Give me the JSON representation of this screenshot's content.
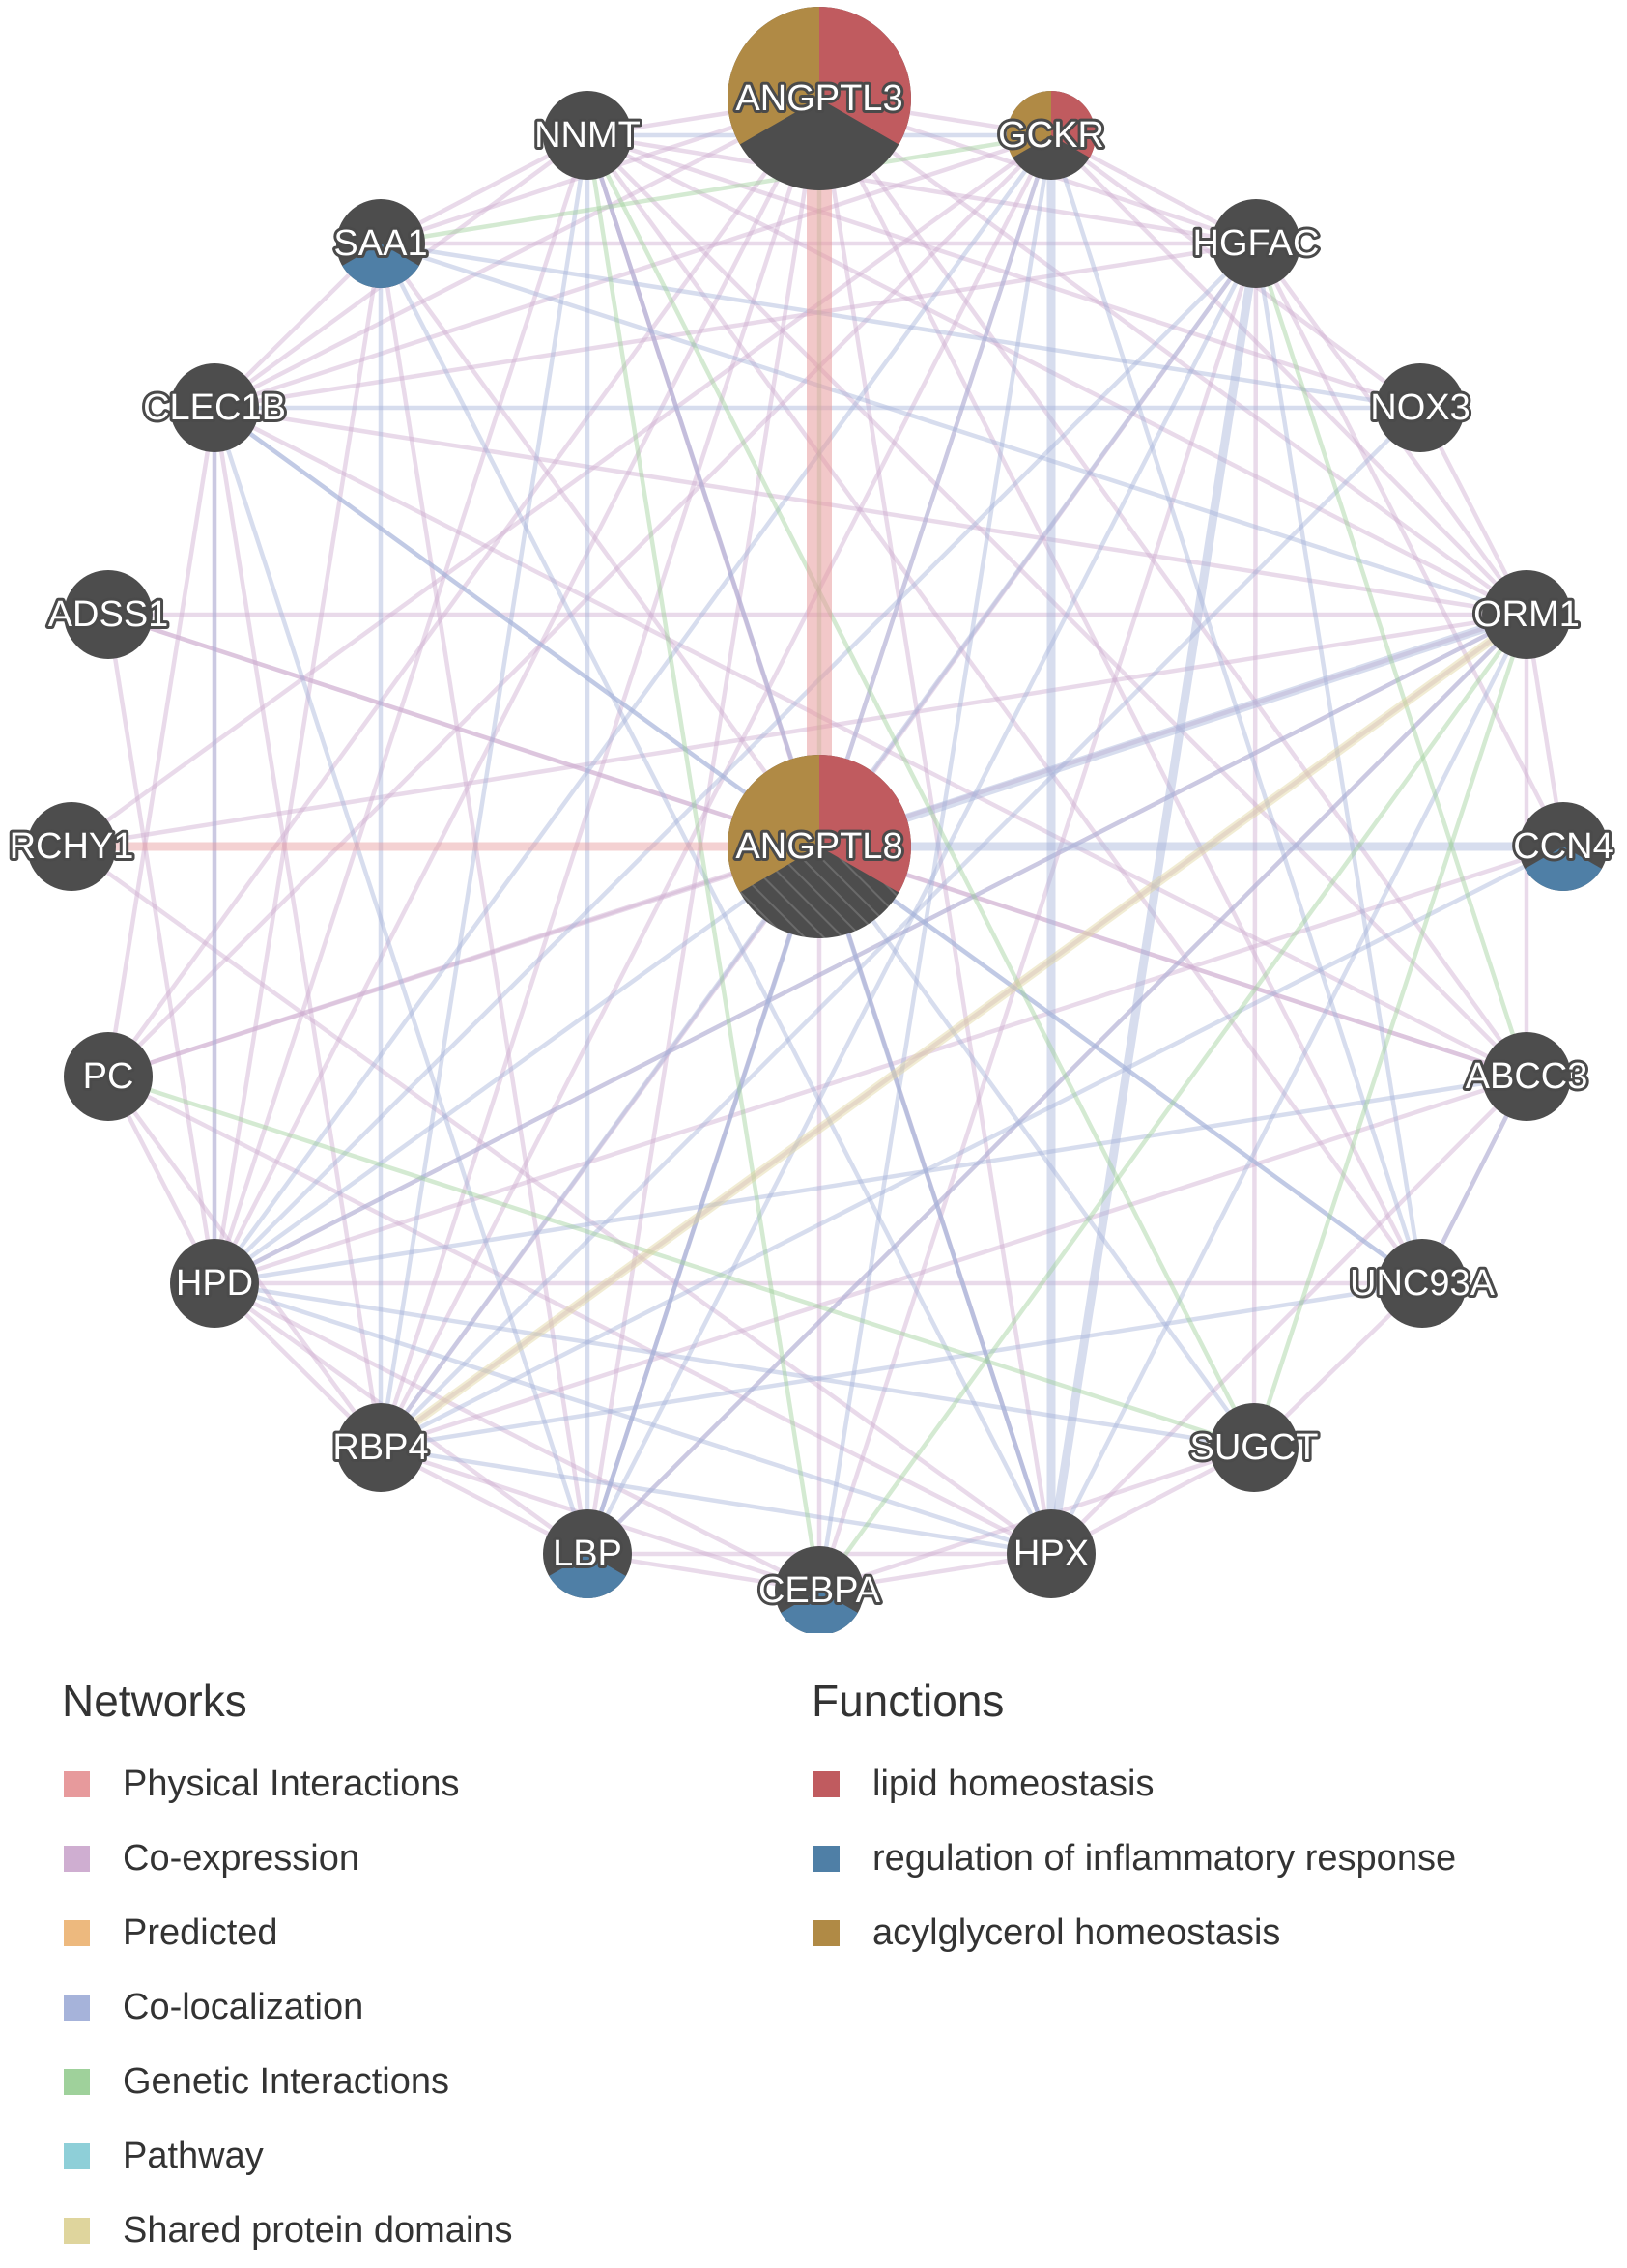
{
  "colors": {
    "node": "#4d4d4d",
    "physical": "#e79a9c",
    "coexpression": "#cfaed1",
    "predicted": "#edb97e",
    "colocalization": "#a6b3da",
    "genetic": "#9fd19b",
    "pathway": "#8ecfd8",
    "shared_domains": "#dfd59d",
    "lipid": "#c05b5f",
    "inflammatory": "#4f7fa6",
    "acylglycerol": "#b08a45"
  },
  "nodes": [
    {
      "id": "ANGPTL3",
      "label": "ANGPTL3",
      "size": "large",
      "functions": [
        "lipid homeostasis",
        "acylglycerol homeostasis"
      ]
    },
    {
      "id": "GCKR",
      "label": "GCKR",
      "size": "medium",
      "functions": [
        "lipid homeostasis",
        "acylglycerol homeostasis"
      ]
    },
    {
      "id": "HGFAC",
      "label": "HGFAC",
      "size": "medium",
      "functions": []
    },
    {
      "id": "NOX3",
      "label": "NOX3",
      "size": "medium",
      "functions": []
    },
    {
      "id": "ORM1",
      "label": "ORM1",
      "size": "medium",
      "functions": []
    },
    {
      "id": "CCN4",
      "label": "CCN4",
      "size": "medium",
      "functions": [
        "regulation of inflammatory response"
      ]
    },
    {
      "id": "ABCC3",
      "label": "ABCC3",
      "size": "medium",
      "functions": []
    },
    {
      "id": "UNC93A",
      "label": "UNC93A",
      "size": "medium",
      "functions": []
    },
    {
      "id": "SUGCT",
      "label": "SUGCT",
      "size": "medium",
      "functions": []
    },
    {
      "id": "HPX",
      "label": "HPX",
      "size": "medium",
      "functions": []
    },
    {
      "id": "CEBPA",
      "label": "CEBPA",
      "size": "medium",
      "functions": [
        "regulation of inflammatory response"
      ]
    },
    {
      "id": "LBP",
      "label": "LBP",
      "size": "medium",
      "functions": [
        "regulation of inflammatory response"
      ]
    },
    {
      "id": "RBP4",
      "label": "RBP4",
      "size": "medium",
      "functions": []
    },
    {
      "id": "HPD",
      "label": "HPD",
      "size": "medium",
      "functions": []
    },
    {
      "id": "PC",
      "label": "PC",
      "size": "medium",
      "functions": []
    },
    {
      "id": "RCHY1",
      "label": "RCHY1",
      "size": "medium",
      "functions": []
    },
    {
      "id": "ADSS1",
      "label": "ADSS1",
      "size": "medium",
      "functions": []
    },
    {
      "id": "CLEC1B",
      "label": "CLEC1B",
      "size": "medium",
      "functions": []
    },
    {
      "id": "SAA1",
      "label": "SAA1",
      "size": "medium",
      "functions": [
        "regulation of inflammatory response"
      ]
    },
    {
      "id": "NNMT",
      "label": "NNMT",
      "size": "medium",
      "functions": []
    },
    {
      "id": "ANGPTL8",
      "label": "ANGPTL8",
      "size": "large",
      "functions": [
        "lipid homeostasis",
        "acylglycerol homeostasis"
      ]
    }
  ],
  "edges": [
    {
      "source": "ANGPTL3",
      "target": "ANGPTL8",
      "type": "physical",
      "weight": 5
    },
    {
      "source": "RCHY1",
      "target": "ANGPTL8",
      "type": "physical",
      "weight": 2
    },
    {
      "source": "ORM1",
      "target": "RBP4",
      "type": "shared_domains",
      "weight": 2
    },
    {
      "source": "ORM1",
      "target": "ANGPTL8",
      "type": "colocalization",
      "weight": 2
    },
    {
      "source": "CCN4",
      "target": "ANGPTL8",
      "type": "colocalization",
      "weight": 2
    },
    {
      "source": "HPX",
      "target": "GCKR",
      "type": "colocalization",
      "weight": 2
    },
    {
      "source": "HPX",
      "target": "HGFAC",
      "type": "colocalization",
      "weight": 2
    },
    {
      "source": "LBP",
      "target": "NNMT",
      "type": "colocalization",
      "weight": 1
    },
    {
      "source": "RBP4",
      "target": "NOX3",
      "type": "colocalization",
      "weight": 1
    },
    {
      "source": "HPD",
      "target": "HGFAC",
      "type": "colocalization",
      "weight": 1
    },
    {
      "source": "SAA1",
      "target": "ORM1",
      "type": "colocalization",
      "weight": 1
    },
    {
      "source": "CLEC1B",
      "target": "NOX3",
      "type": "colocalization",
      "weight": 1
    },
    {
      "source": "CLEC1B",
      "target": "UNC93A",
      "type": "colocalization",
      "weight": 1
    },
    {
      "source": "SAA1",
      "target": "HPX",
      "type": "colocalization",
      "weight": 1
    },
    {
      "source": "NNMT",
      "target": "HPX",
      "type": "colocalization",
      "weight": 1
    },
    {
      "source": "GCKR",
      "target": "LBP",
      "type": "colocalization",
      "weight": 1
    },
    {
      "source": "GCKR",
      "target": "HPD",
      "type": "colocalization",
      "weight": 1
    },
    {
      "source": "HGFAC",
      "target": "RBP4",
      "type": "colocalization",
      "weight": 1
    },
    {
      "source": "ANGPTL8",
      "target": "HPX",
      "type": "colocalization",
      "weight": 1
    },
    {
      "source": "ANGPTL8",
      "target": "UNC93A",
      "type": "colocalization",
      "weight": 1
    },
    {
      "source": "ANGPTL8",
      "target": "LBP",
      "type": "colocalization",
      "weight": 1
    },
    {
      "source": "ANGPTL8",
      "target": "SUGCT",
      "type": "colocalization",
      "weight": 1
    },
    {
      "source": "ANGPTL8",
      "target": "CLEC1B",
      "type": "colocalization",
      "weight": 1
    },
    {
      "source": "ANGPTL8",
      "target": "HPD",
      "type": "colocalization",
      "weight": 1
    },
    {
      "source": "ORM1",
      "target": "HPD",
      "type": "colocalization",
      "weight": 1
    },
    {
      "source": "ORM1",
      "target": "LBP",
      "type": "colocalization",
      "weight": 1
    },
    {
      "source": "CCN4",
      "target": "RBP4",
      "type": "colocalization",
      "weight": 1
    },
    {
      "source": "CLEC1B",
      "target": "LBP",
      "type": "colocalization",
      "weight": 1
    },
    {
      "source": "SAA1",
      "target": "RBP4",
      "type": "colocalization",
      "weight": 1
    },
    {
      "source": "SAA1",
      "target": "NOX3",
      "type": "colocalization",
      "weight": 1
    },
    {
      "source": "HPX",
      "target": "RBP4",
      "type": "colocalization",
      "weight": 1
    },
    {
      "source": "HPX",
      "target": "HPD",
      "type": "colocalization",
      "weight": 1
    },
    {
      "source": "HPX",
      "target": "ORM1",
      "type": "colocalization",
      "weight": 1
    },
    {
      "source": "LBP",
      "target": "HGFAC",
      "type": "colocalization",
      "weight": 1
    },
    {
      "source": "UNC93A",
      "target": "RBP4",
      "type": "colocalization",
      "weight": 1
    },
    {
      "source": "SUGCT",
      "target": "HPD",
      "type": "colocalization",
      "weight": 1
    },
    {
      "source": "ABCC3",
      "target": "HPD",
      "type": "colocalization",
      "weight": 1
    },
    {
      "source": "NNMT",
      "target": "GCKR",
      "type": "colocalization",
      "weight": 1
    },
    {
      "source": "CEBPA",
      "target": "GCKR",
      "type": "colocalization",
      "weight": 1
    },
    {
      "source": "GCKR",
      "target": "UNC93A",
      "type": "colocalization",
      "weight": 1
    },
    {
      "source": "NNMT",
      "target": "CEBPA",
      "type": "genetic",
      "weight": 1
    },
    {
      "source": "NNMT",
      "target": "SUGCT",
      "type": "genetic",
      "weight": 1
    },
    {
      "source": "SAA1",
      "target": "GCKR",
      "type": "genetic",
      "weight": 1
    },
    {
      "source": "PC",
      "target": "SUGCT",
      "type": "genetic",
      "weight": 1
    },
    {
      "source": "ORM1",
      "target": "SUGCT",
      "type": "genetic",
      "weight": 1
    },
    {
      "source": "HGFAC",
      "target": "ABCC3",
      "type": "genetic",
      "weight": 1
    },
    {
      "source": "ORM1",
      "target": "CEBPA",
      "type": "genetic",
      "weight": 1
    },
    {
      "source": "ANGPTL3",
      "target": "ANGPTL8",
      "type": "genetic",
      "weight": 1
    },
    {
      "source": "ANGPTL3",
      "target": "HPD",
      "type": "coexpression",
      "weight": 1
    },
    {
      "source": "ANGPTL3",
      "target": "RBP4",
      "type": "coexpression",
      "weight": 1
    },
    {
      "source": "ANGPTL3",
      "target": "LBP",
      "type": "coexpression",
      "weight": 1
    },
    {
      "source": "ANGPTL3",
      "target": "HPX",
      "type": "coexpression",
      "weight": 1
    },
    {
      "source": "ANGPTL3",
      "target": "ORM1",
      "type": "coexpression",
      "weight": 1
    },
    {
      "source": "ANGPTL3",
      "target": "ABCC3",
      "type": "coexpression",
      "weight": 1
    },
    {
      "source": "ANGPTL3",
      "target": "CLEC1B",
      "type": "coexpression",
      "weight": 1
    },
    {
      "source": "ANGPTL3",
      "target": "SAA1",
      "type": "coexpression",
      "weight": 1
    },
    {
      "source": "ANGPTL3",
      "target": "NNMT",
      "type": "coexpression",
      "weight": 1
    },
    {
      "source": "ANGPTL3",
      "target": "GCKR",
      "type": "coexpression",
      "weight": 1
    },
    {
      "source": "ANGPTL3",
      "target": "HGFAC",
      "type": "coexpression",
      "weight": 1
    },
    {
      "source": "ANGPTL3",
      "target": "UNC93A",
      "type": "coexpression",
      "weight": 1
    },
    {
      "source": "ANGPTL3",
      "target": "PC",
      "type": "coexpression",
      "weight": 1
    },
    {
      "source": "ANGPTL8",
      "target": "RBP4",
      "type": "coexpression",
      "weight": 1
    },
    {
      "source": "ANGPTL8",
      "target": "ADSS1",
      "type": "coexpression",
      "weight": 1
    },
    {
      "source": "ANGPTL8",
      "target": "SAA1",
      "type": "coexpression",
      "weight": 1
    },
    {
      "source": "ANGPTL8",
      "target": "ABCC3",
      "type": "coexpression",
      "weight": 1
    },
    {
      "source": "ANGPTL8",
      "target": "PC",
      "type": "coexpression",
      "weight": 1
    },
    {
      "source": "ANGPTL8",
      "target": "NNMT",
      "type": "coexpression",
      "weight": 1
    },
    {
      "source": "ANGPTL8",
      "target": "HGFAC",
      "type": "coexpression",
      "weight": 1
    },
    {
      "source": "ANGPTL8",
      "target": "CEBPA",
      "type": "coexpression",
      "weight": 1
    },
    {
      "source": "ADSS1",
      "target": "ORM1",
      "type": "coexpression",
      "weight": 1
    },
    {
      "source": "ADSS1",
      "target": "HPD",
      "type": "coexpression",
      "weight": 1
    },
    {
      "source": "ADSS1",
      "target": "ABCC3",
      "type": "coexpression",
      "weight": 1
    },
    {
      "source": "RCHY1",
      "target": "ORM1",
      "type": "coexpression",
      "weight": 1
    },
    {
      "source": "RCHY1",
      "target": "HPX",
      "type": "coexpression",
      "weight": 1
    },
    {
      "source": "RCHY1",
      "target": "GCKR",
      "type": "coexpression",
      "weight": 1
    },
    {
      "source": "PC",
      "target": "HPD",
      "type": "coexpression",
      "weight": 1
    },
    {
      "source": "PC",
      "target": "RBP4",
      "type": "coexpression",
      "weight": 1
    },
    {
      "source": "PC",
      "target": "ORM1",
      "type": "coexpression",
      "weight": 1
    },
    {
      "source": "PC",
      "target": "GCKR",
      "type": "coexpression",
      "weight": 1
    },
    {
      "source": "PC",
      "target": "HPX",
      "type": "coexpression",
      "weight": 1
    },
    {
      "source": "PC",
      "target": "CLEC1B",
      "type": "coexpression",
      "weight": 1
    },
    {
      "source": "HPD",
      "target": "RBP4",
      "type": "coexpression",
      "weight": 1
    },
    {
      "source": "HPD",
      "target": "LBP",
      "type": "coexpression",
      "weight": 1
    },
    {
      "source": "HPD",
      "target": "ORM1",
      "type": "coexpression",
      "weight": 1
    },
    {
      "source": "HPD",
      "target": "NNMT",
      "type": "coexpression",
      "weight": 1
    },
    {
      "source": "HPD",
      "target": "CEBPA",
      "type": "coexpression",
      "weight": 1
    },
    {
      "source": "HPD",
      "target": "UNC93A",
      "type": "coexpression",
      "weight": 1
    },
    {
      "source": "RBP4",
      "target": "LBP",
      "type": "coexpression",
      "weight": 1
    },
    {
      "source": "RBP4",
      "target": "CEBPA",
      "type": "coexpression",
      "weight": 1
    },
    {
      "source": "RBP4",
      "target": "ORM1",
      "type": "coexpression",
      "weight": 1
    },
    {
      "source": "RBP4",
      "target": "GCKR",
      "type": "coexpression",
      "weight": 1
    },
    {
      "source": "RBP4",
      "target": "ABCC3",
      "type": "coexpression",
      "weight": 1
    },
    {
      "source": "LBP",
      "target": "CEBPA",
      "type": "coexpression",
      "weight": 1
    },
    {
      "source": "LBP",
      "target": "HPX",
      "type": "coexpression",
      "weight": 1
    },
    {
      "source": "LBP",
      "target": "ORM1",
      "type": "coexpression",
      "weight": 1
    },
    {
      "source": "LBP",
      "target": "GCKR",
      "type": "coexpression",
      "weight": 1
    },
    {
      "source": "LBP",
      "target": "SAA1",
      "type": "coexpression",
      "weight": 1
    },
    {
      "source": "CEBPA",
      "target": "HPX",
      "type": "coexpression",
      "weight": 1
    },
    {
      "source": "CEBPA",
      "target": "SUGCT",
      "type": "coexpression",
      "weight": 1
    },
    {
      "source": "CEBPA",
      "target": "HGFAC",
      "type": "coexpression",
      "weight": 1
    },
    {
      "source": "HPX",
      "target": "SUGCT",
      "type": "coexpression",
      "weight": 1
    },
    {
      "source": "HPX",
      "target": "ABCC3",
      "type": "coexpression",
      "weight": 1
    },
    {
      "source": "HPX",
      "target": "NNMT",
      "type": "coexpression",
      "weight": 1
    },
    {
      "source": "SUGCT",
      "target": "UNC93A",
      "type": "coexpression",
      "weight": 1
    },
    {
      "source": "SUGCT",
      "target": "HGFAC",
      "type": "coexpression",
      "weight": 1
    },
    {
      "source": "UNC93A",
      "target": "ABCC3",
      "type": "coexpression",
      "weight": 1
    },
    {
      "source": "UNC93A",
      "target": "NNMT",
      "type": "coexpression",
      "weight": 1
    },
    {
      "source": "ABCC3",
      "target": "ORM1",
      "type": "coexpression",
      "weight": 1
    },
    {
      "source": "ABCC3",
      "target": "CLEC1B",
      "type": "coexpression",
      "weight": 1
    },
    {
      "source": "ABCC3",
      "target": "NNMT",
      "type": "coexpression",
      "weight": 1
    },
    {
      "source": "ORM1",
      "target": "NOX3",
      "type": "coexpression",
      "weight": 1
    },
    {
      "source": "ORM1",
      "target": "HGFAC",
      "type": "coexpression",
      "weight": 1
    },
    {
      "source": "ORM1",
      "target": "GCKR",
      "type": "coexpression",
      "weight": 1
    },
    {
      "source": "ORM1",
      "target": "CLEC1B",
      "type": "coexpression",
      "weight": 1
    },
    {
      "source": "ORM1",
      "target": "NNMT",
      "type": "coexpression",
      "weight": 1
    },
    {
      "source": "NOX3",
      "target": "GCKR",
      "type": "coexpression",
      "weight": 1
    },
    {
      "source": "NOX3",
      "target": "NNMT",
      "type": "coexpression",
      "weight": 1
    },
    {
      "source": "HGFAC",
      "target": "GCKR",
      "type": "coexpression",
      "weight": 1
    },
    {
      "source": "HGFAC",
      "target": "SAA1",
      "type": "coexpression",
      "weight": 1
    },
    {
      "source": "HGFAC",
      "target": "CLEC1B",
      "type": "coexpression",
      "weight": 1
    },
    {
      "source": "HGFAC",
      "target": "NNMT",
      "type": "coexpression",
      "weight": 1
    },
    {
      "source": "GCKR",
      "target": "CLEC1B",
      "type": "coexpression",
      "weight": 1
    },
    {
      "source": "NNMT",
      "target": "SAA1",
      "type": "coexpression",
      "weight": 1
    },
    {
      "source": "NNMT",
      "target": "CLEC1B",
      "type": "coexpression",
      "weight": 1
    },
    {
      "source": "SAA1",
      "target": "CLEC1B",
      "type": "coexpression",
      "weight": 1
    },
    {
      "source": "SAA1",
      "target": "HPD",
      "type": "coexpression",
      "weight": 1
    },
    {
      "source": "CLEC1B",
      "target": "HPD",
      "type": "coexpression",
      "weight": 1
    },
    {
      "source": "CLEC1B",
      "target": "RBP4",
      "type": "coexpression",
      "weight": 1
    },
    {
      "source": "CCN4",
      "target": "ORM1",
      "type": "coexpression",
      "weight": 1
    },
    {
      "source": "CCN4",
      "target": "HPD",
      "type": "coexpression",
      "weight": 1
    },
    {
      "source": "CCN4",
      "target": "HGFAC",
      "type": "coexpression",
      "weight": 1
    },
    {
      "source": "NNMT",
      "target": "RBP4",
      "type": "colocalization",
      "weight": 1
    },
    {
      "source": "CLEC1B",
      "target": "HPD",
      "type": "colocalization",
      "weight": 1
    },
    {
      "source": "HGFAC",
      "target": "UNC93A",
      "type": "colocalization",
      "weight": 1
    },
    {
      "source": "ABCC3",
      "target": "UNC93A",
      "type": "colocalization",
      "weight": 1
    }
  ],
  "legend": {
    "networks_title": "Networks",
    "functions_title": "Functions",
    "networks": [
      {
        "label": "Physical Interactions",
        "color": "#e79a9c"
      },
      {
        "label": "Co-expression",
        "color": "#cfaed1"
      },
      {
        "label": "Predicted",
        "color": "#edb97e"
      },
      {
        "label": "Co-localization",
        "color": "#a6b3da"
      },
      {
        "label": "Genetic Interactions",
        "color": "#9fd19b"
      },
      {
        "label": "Pathway",
        "color": "#8ecfd8"
      },
      {
        "label": "Shared protein domains",
        "color": "#dfd59d"
      }
    ],
    "functions": [
      {
        "label": "lipid homeostasis",
        "color": "#c05b5f"
      },
      {
        "label": "regulation of inflammatory response",
        "color": "#4f7fa6"
      },
      {
        "label": "acylglycerol homeostasis",
        "color": "#b08a45"
      }
    ]
  }
}
